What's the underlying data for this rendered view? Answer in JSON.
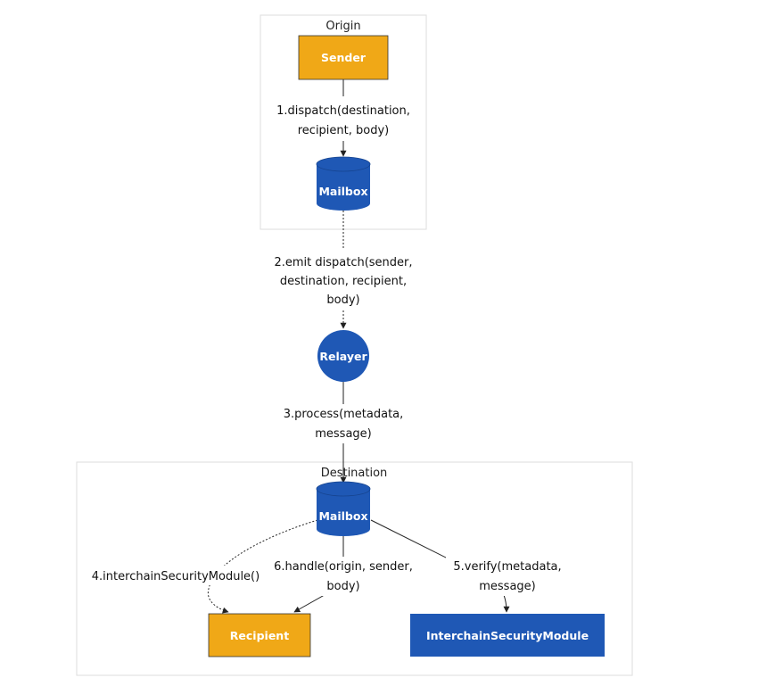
{
  "colors": {
    "orange": "#F0A817",
    "blue": "#1F58B5",
    "cluster_border": "#DDDDDD",
    "edge": "#222222",
    "text_light": "#FFFFFF"
  },
  "clusters": {
    "origin": "Origin",
    "destination": "Destination"
  },
  "nodes": {
    "sender": "Sender",
    "mailbox_origin": "Mailbox",
    "relayer": "Relayer",
    "mailbox_destination": "Mailbox",
    "recipient": "Recipient",
    "ism": "InterchainSecurityModule"
  },
  "edges": {
    "dispatch": [
      "1.dispatch(destination,",
      "recipient, body)"
    ],
    "emit": [
      "2.emit dispatch(sender,",
      "destination, recipient,",
      "body)"
    ],
    "process": [
      "3.process(metadata,",
      "message)"
    ],
    "ism_query": [
      "4.interchainSecurityModule()"
    ],
    "verify": [
      "5.verify(metadata,",
      "message)"
    ],
    "handle": [
      "6.handle(origin, sender,",
      "body)"
    ]
  }
}
